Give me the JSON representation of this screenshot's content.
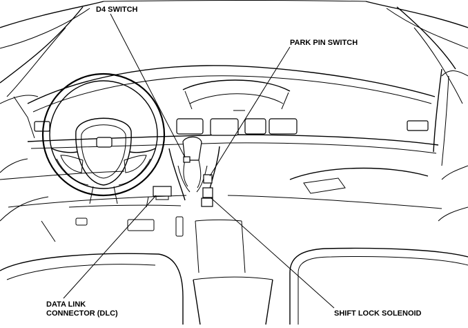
{
  "labels": {
    "d4_switch": "D4 SWITCH",
    "park_pin_switch": "PARK PIN SWITCH",
    "dlc_line1": "DATA LINK",
    "dlc_line2": "CONNECTOR (DLC)",
    "shift_lock_solenoid": "SHIFT LOCK SOLENOID"
  }
}
